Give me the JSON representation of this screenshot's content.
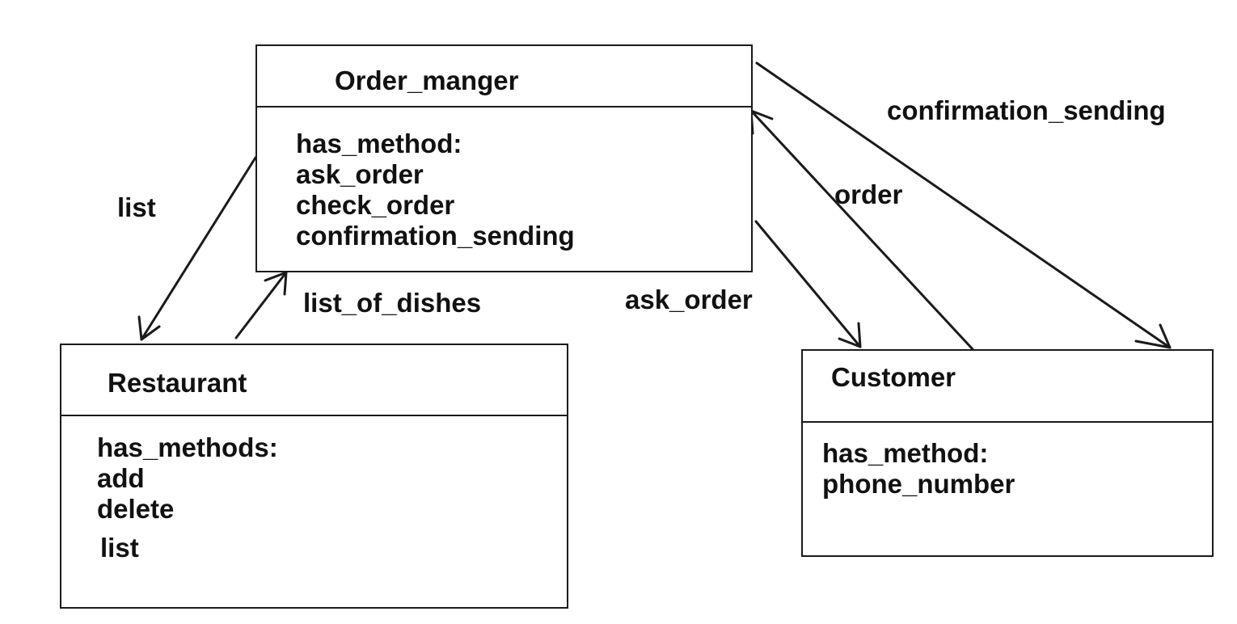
{
  "classes": {
    "order_manager": {
      "name": "Order_manger",
      "methods": [
        "has_method:",
        "ask_order",
        "check_order",
        "confirmation_sending"
      ]
    },
    "restaurant": {
      "name": "Restaurant",
      "methods": [
        "has_methods:",
        "add",
        "delete",
        "list"
      ]
    },
    "customer": {
      "name": "Customer",
      "methods": [
        "has_method:",
        "phone_number"
      ]
    }
  },
  "edges": [
    {
      "id": "list",
      "label": "list",
      "from": "order_manager",
      "to": "restaurant"
    },
    {
      "id": "list_of_dishes",
      "label": "list_of_dishes",
      "from": "restaurant",
      "to": "order_manager"
    },
    {
      "id": "ask_order",
      "label": "ask_order",
      "from": "order_manager",
      "to": "customer"
    },
    {
      "id": "order",
      "label": "order",
      "from": "customer",
      "to": "order_manager"
    },
    {
      "id": "confirmation_sending",
      "label": "confirmation_sending",
      "from": "order_manager",
      "to": "customer"
    }
  ]
}
